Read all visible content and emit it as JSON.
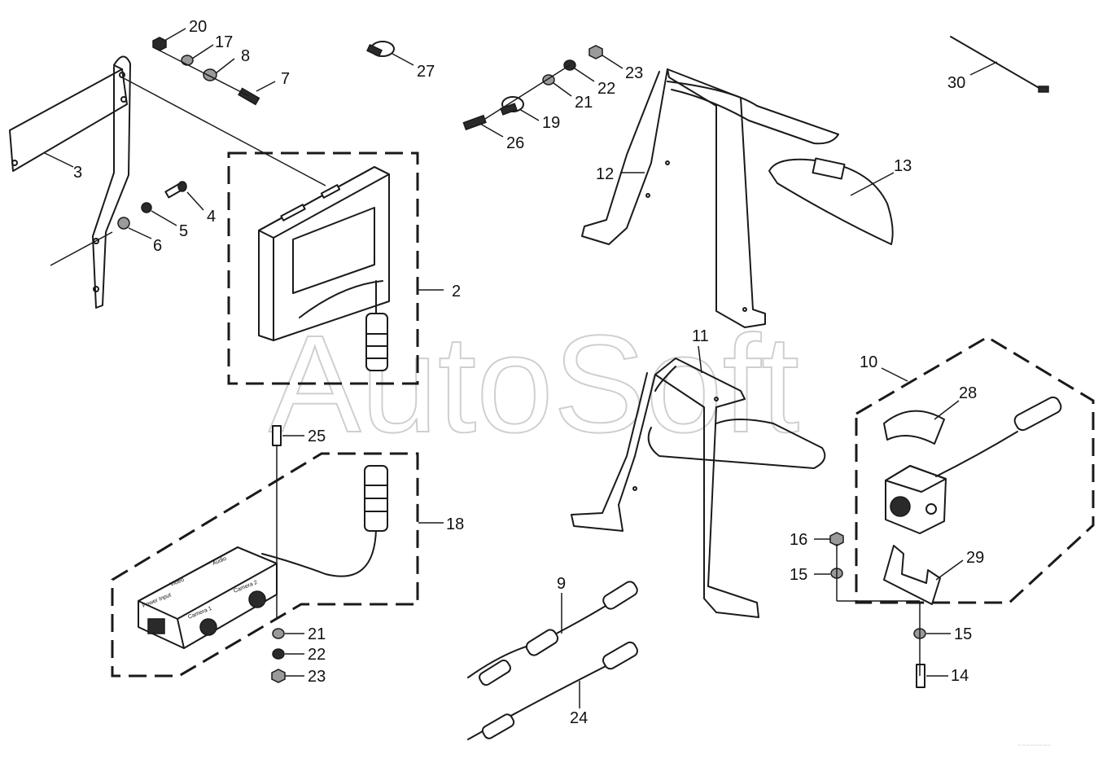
{
  "watermark": "AutoSoft",
  "footer_code": "~~~~~~~~",
  "module_labels": {
    "power_input": "Power Input",
    "video": "Video",
    "audio": "Audio",
    "camera_1": "Camera 1",
    "camera_2": "Camera 2"
  },
  "callouts": {
    "c2": "2",
    "c3": "3",
    "c4": "4",
    "c5": "5",
    "c6": "6",
    "c7": "7",
    "c8": "8",
    "c9": "9",
    "c10": "10",
    "c11": "11",
    "c12": "12",
    "c13": "13",
    "c14": "14",
    "c15a": "15",
    "c15b": "15",
    "c16": "16",
    "c17": "17",
    "c18": "18",
    "c19": "19",
    "c20": "20",
    "c21a": "21",
    "c21b": "21",
    "c22a": "22",
    "c22b": "22",
    "c23a": "23",
    "c23b": "23",
    "c24": "24",
    "c25": "25",
    "c26": "26",
    "c27": "27",
    "c28": "28",
    "c29": "29",
    "c30": "30"
  }
}
